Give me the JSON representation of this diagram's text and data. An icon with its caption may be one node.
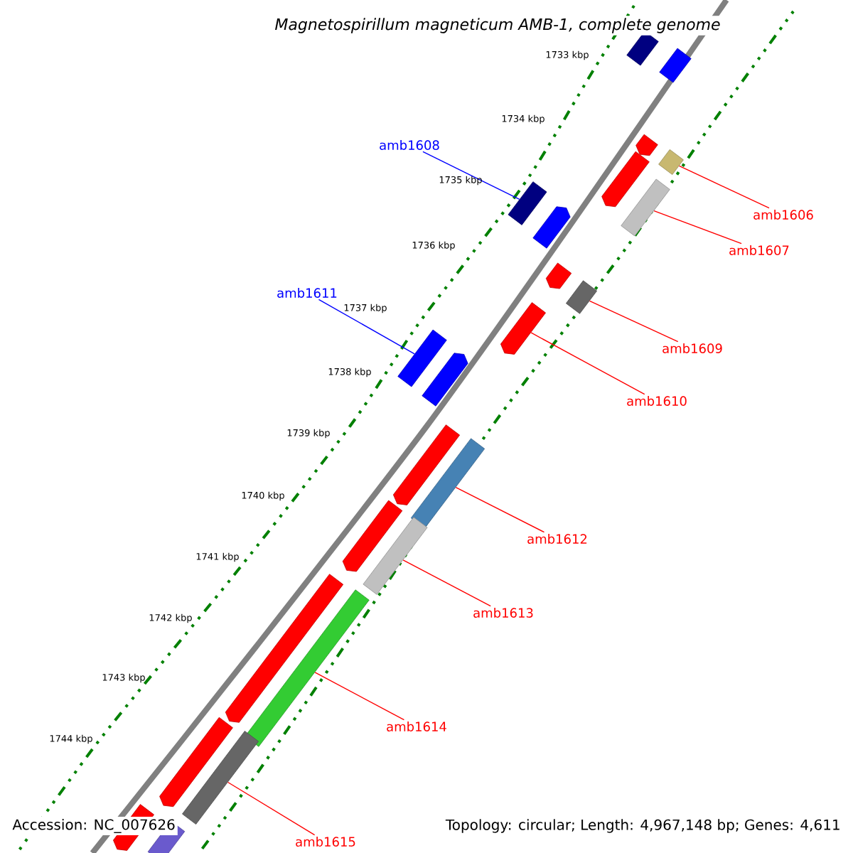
{
  "diagram": {
    "title": "Magnetospirillum magneticum AMB-1, complete genome",
    "nodes": [
      {
        "text": [
          "amb1608"
        ]
      },
      {
        "text": [
          "amb1606"
        ]
      },
      {
        "text": [
          "amb1607"
        ]
      },
      {
        "text": [
          "amb1611"
        ]
      },
      {
        "text": [
          "amb1609"
        ]
      },
      {
        "text": [
          "amb1610"
        ]
      },
      {
        "text": [
          "amb1612"
        ]
      },
      {
        "text": [
          "amb1613"
        ]
      },
      {
        "text": [
          "amb1614"
        ]
      },
      {
        "text": [
          "amb1615"
        ]
      },
      {
        "text": [],
        "shape": "bar"
      },
      {
        "text": [],
        "shape": "bar"
      },
      {
        "text": [],
        "shape": "bar"
      },
      {
        "text": [],
        "shape": "bar"
      },
      {
        "text": [],
        "shape": "bar"
      },
      {
        "text": [],
        "shape": "bar"
      },
      {
        "text": [],
        "shape": "bar"
      },
      {
        "text": [],
        "shape": "bar"
      },
      {
        "text": [],
        "shape": "bar"
      },
      {
        "text": [],
        "shape": "bar"
      },
      {
        "text": [],
        "shape": "bar"
      },
      {
        "text": [],
        "shape": "bar"
      },
      {
        "text": [],
        "shape": "bar"
      },
      {
        "text": [],
        "shape": "bar"
      },
      {
        "text": [],
        "shape": "bar"
      },
      {
        "text": [],
        "shape": "bar"
      },
      {
        "text": [],
        "shape": "bar"
      },
      {
        "text": [],
        "shape": "bar"
      },
      {
        "text": [],
        "shape": "bar"
      },
      {
        "text": [],
        "shape": "bar"
      },
      {
        "text": [],
        "shape": "bar"
      },
      {
        "text": [],
        "shape": "bar"
      },
      {
        "text": [],
        "shape": "bar"
      }
    ],
    "edges": [
      {
        "from": 0,
        "to": 16,
        "arrow": "none",
        "color": "#0000ff"
      },
      {
        "from": 1,
        "to": 13,
        "arrow": "none"
      },
      {
        "from": 2,
        "to": 15,
        "arrow": "none"
      },
      {
        "from": 3,
        "to": 21,
        "arrow": "none",
        "color": "#0000ff"
      },
      {
        "from": 4,
        "to": 19,
        "arrow": "none"
      },
      {
        "from": 5,
        "to": 20,
        "arrow": "none"
      },
      {
        "from": 6,
        "to": 24,
        "arrow": "none"
      },
      {
        "from": 7,
        "to": 26,
        "arrow": "none"
      },
      {
        "from": 8,
        "to": 28,
        "arrow": "none"
      },
      {
        "from": 9,
        "to": 30,
        "arrow": "none"
      }
    ],
    "labels": [
      "1733 kbp",
      "1734 kbp",
      "1735 kbp",
      "1736 kbp",
      "1737 kbp",
      "1738 kbp",
      "1739 kbp",
      "1740 kbp",
      "1741 kbp",
      "1742 kbp",
      "1743 kbp",
      "1744 kbp",
      "Accession: NC_007626",
      "Topology: circular; Length: 4,967,148 bp; Genes: 4,611"
    ]
  }
}
